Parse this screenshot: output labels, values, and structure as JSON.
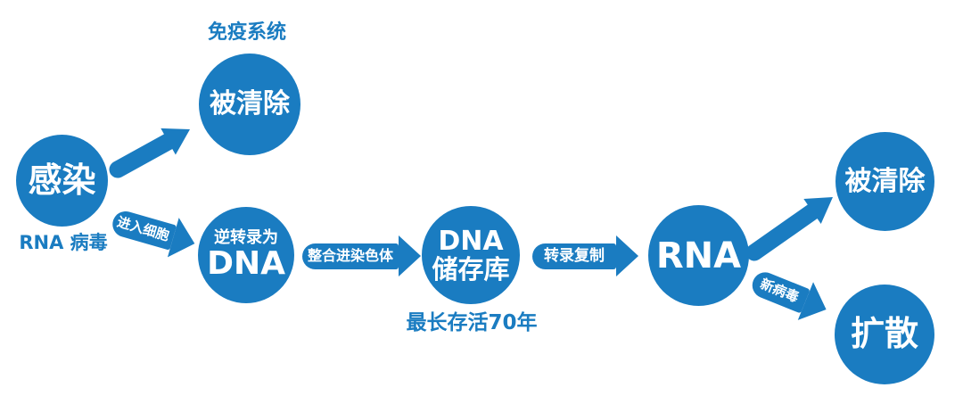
{
  "diagram": {
    "colors": {
      "accent": "#1a7cc1",
      "background": "#ffffff",
      "node_text": "#ffffff"
    },
    "nodes": {
      "infection": {
        "label": "感染",
        "caption": "RNA 病毒"
      },
      "cleared_top": {
        "label": "被清除",
        "caption": "免疫系统"
      },
      "reverse_transcription": {
        "line1": "逆转录为",
        "line2": "DNA"
      },
      "dna_reservoir": {
        "line1": "DNA",
        "line2": "储存库",
        "caption": "最长存活70年"
      },
      "rna": {
        "label": "RNA"
      },
      "cleared_right": {
        "label": "被清除"
      },
      "spread": {
        "label": "扩散"
      }
    },
    "arrows": {
      "enter_cell": {
        "label": "进入细胞"
      },
      "integrate_chromosome": {
        "label": "整合进染色体"
      },
      "transcription_replication": {
        "label": "转录复制"
      },
      "new_virus": {
        "label": "新病毒"
      }
    }
  }
}
